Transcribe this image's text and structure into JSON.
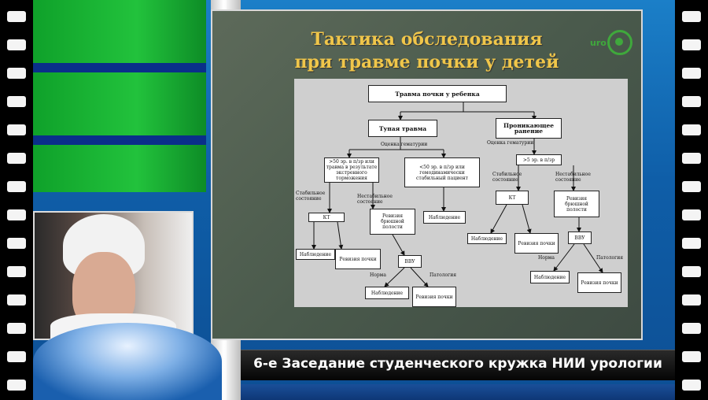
{
  "slide": {
    "title_line1": "Тактика обследования",
    "title_line2": "при травме почки  у детей",
    "logo_text": "uro"
  },
  "flowchart": {
    "root": "Травма почки у ребенка",
    "blunt": "Тупая травма",
    "penetrating": "Проникающее ранение",
    "hematuria_left": "Оценка гематурии",
    "hematuria_right": "Оценка гематурии",
    "over50": ">50 эр. в п/зр или травма в результате экстренного торможения",
    "under50": "<50 эр. в п/зр или гемодинамически стабильный пациент",
    "over5": ">5 эр. в п/зр",
    "stable_l": "Стабильное состояние",
    "unstable_l": "Нестабильное состояние",
    "stable_r": "Стабильное состояние",
    "unstable_r": "Нестабильное состояние",
    "ct_l": "КТ",
    "ct_r": "КТ",
    "revision_l": "Ревизия брюшной полости",
    "revision_r": "Ревизия брюшной полости",
    "obs_mid": "Наблюдение",
    "obs_l": "Наблюдение",
    "kidney_rev_l": "Ревизия почки",
    "obs_r": "Наблюдение",
    "kidney_rev_r": "Ревизия почки",
    "ivu_l": "ВВУ",
    "ivu_r": "ВВУ",
    "norm_l": "Норма",
    "path_l": "Патология",
    "norm_r": "Норма",
    "path_r": "Патология",
    "obs_l2": "Наблюдение",
    "kidney_rev_l2": "Ревизия почки",
    "obs_r2": "Наблюдение",
    "kidney_rev_r2": "Ревизия почки"
  },
  "caption": "6-е Заседание студенческого кружка НИИ урологии"
}
